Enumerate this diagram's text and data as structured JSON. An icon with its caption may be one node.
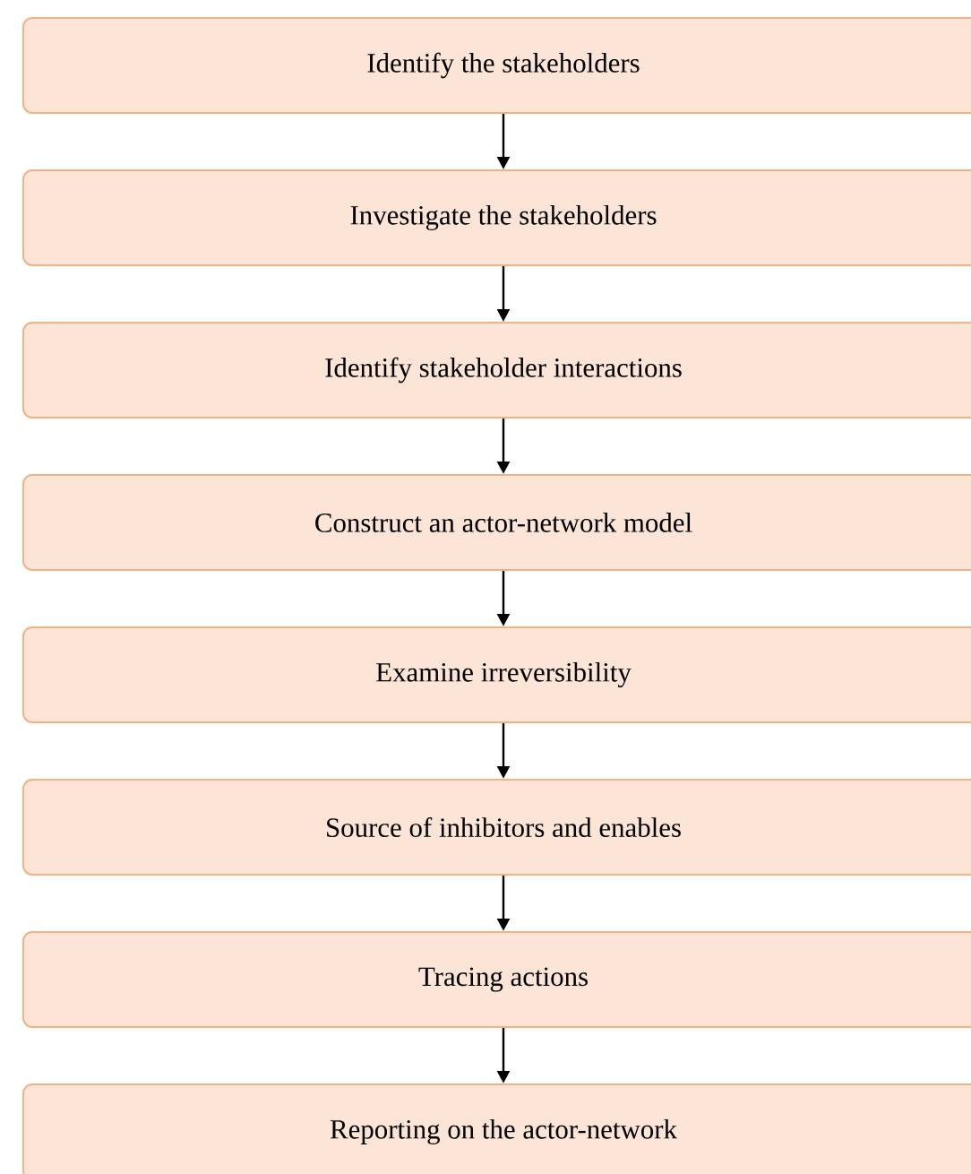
{
  "diagram": {
    "nodes": [
      {
        "text": [
          "Identify the stakeholders"
        ]
      },
      {
        "text": [
          "Investigate the stakeholders"
        ]
      },
      {
        "text": [
          "Identify stakeholder interactions"
        ]
      },
      {
        "text": [
          "Construct an actor-network model"
        ]
      },
      {
        "text": [
          "Examine irreversibility"
        ]
      },
      {
        "text": [
          "Source of inhibitors and enables"
        ]
      },
      {
        "text": [
          "Tracing actions"
        ]
      },
      {
        "text": [
          "Reporting on the actor-network"
        ]
      }
    ],
    "edges": [
      {
        "from": 0,
        "to": 1,
        "arrow": "to"
      },
      {
        "from": 1,
        "to": 2,
        "arrow": "to"
      },
      {
        "from": 2,
        "to": 3,
        "arrow": "to"
      },
      {
        "from": 3,
        "to": 4,
        "arrow": "to"
      },
      {
        "from": 4,
        "to": 5,
        "arrow": "to"
      },
      {
        "from": 5,
        "to": 6,
        "arrow": "to"
      },
      {
        "from": 6,
        "to": 7,
        "arrow": "to"
      }
    ]
  }
}
